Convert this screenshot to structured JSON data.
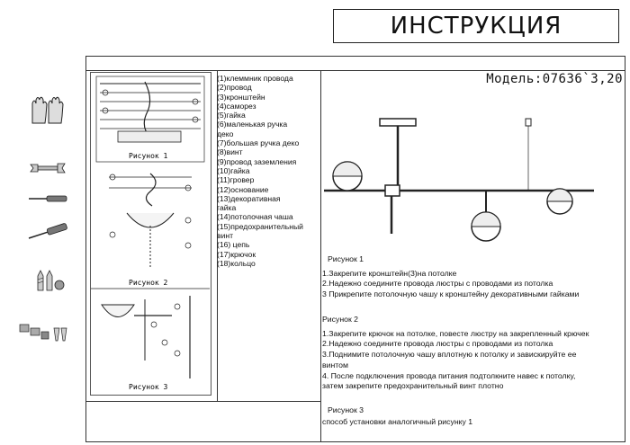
{
  "header": {
    "title": "ИНСТРУКЦИЯ",
    "model": "Модель:07636`3,20"
  },
  "legend": [
    "(1)клеммник провода",
    "(2)провод",
    "(3)кронштейн",
    "(4)саморез",
    "(5)гайка",
    "(6)маленькая ручка",
    "деко",
    "(7)большая ручка деко",
    "(8)винт",
    "(9)провод заземления",
    "(10)гайка",
    "(11)гровер",
    "(12)основание",
    "(13)декоративная",
    "гайка",
    "(14)потолочная чаша",
    "(15)предохранительный",
    "винт",
    "(16) цепь",
    "(17)крючок",
    "(18)кольцо"
  ],
  "figures": {
    "fig1": "Рисунок 1",
    "fig2": "Рисунок 2",
    "fig3": "Рисунок 3"
  },
  "instructions": {
    "fig1": {
      "heading": "Рисунок 1",
      "steps": [
        "1.Закрепите кронштейн(3)на потолке",
        "2.Надежно соедините провода люстры с проводами из потолка",
        "3 Прикрепите потолочную чашу к кронштейну декоративными гайками"
      ]
    },
    "fig2": {
      "heading": "Рисунок 2",
      "steps": [
        "1.Закрепите крючок на потолке, повесте люстру на закрепленный крючек",
        "2.Надежно соедините провода люстры с проводами из потолка",
        "3.Поднимите потолочную чашу вплотную к потолку и завискируйте ее",
        "винтом",
        "4.  После подключения провода питания подтолкните навес к потолку,",
        "затем закрепите предохранительный винт плотно"
      ]
    },
    "fig3": {
      "heading": "Рисунок 3",
      "steps": [
        "способ установки аналогичный рисунку 1"
      ]
    }
  },
  "tools": [
    "gloves-icon",
    "wrench-icon",
    "screwdriver-icon",
    "phillips-screwdriver-icon",
    "screws-icon",
    "connectors-icon"
  ]
}
